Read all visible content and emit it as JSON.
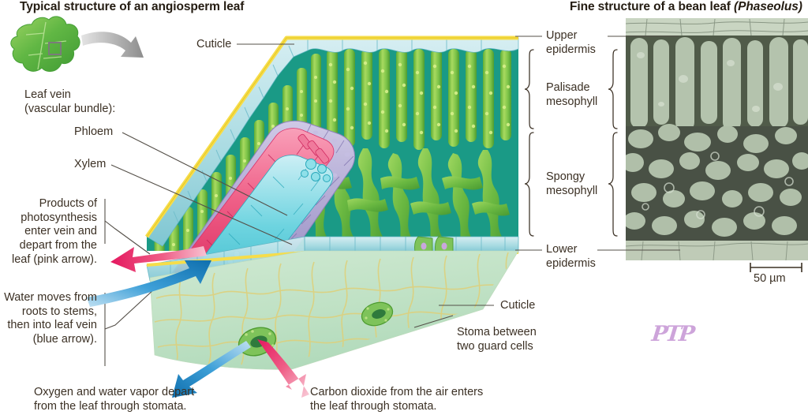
{
  "figure": {
    "kind": "biology-textbook-diagram",
    "left_panel_title": "Typical structure of an angiosperm leaf",
    "right_panel_title_plain": "Fine structure of a bean leaf ",
    "right_panel_title_italic": "(Phaseolus)"
  },
  "colors": {
    "cuticle": "#f6dd4a",
    "epidermis": "#a9dbe2",
    "palisade": "#8ccf4b",
    "mesophyll_bg": "#1a9a86",
    "phloem": "#ef5f87",
    "xylem": "#4ec9d8",
    "bundle_sheath": "#a79ecd",
    "lower_surface": "#c9e4c6",
    "pink_arrow": "#e8336b",
    "blue_arrow": "#1b86c8",
    "micrograph": "#9fb79a",
    "text": "#3b3024",
    "leader_line": "#555049",
    "watermark": "#b06ec4"
  },
  "left_panel": {
    "leaf_icon": {
      "name": "angiosperm-leaf-thumbnail",
      "callout_box": "magnified-region-box"
    },
    "labels": {
      "cuticle_top": "Cuticle",
      "leaf_vein_line1": "Leaf vein",
      "leaf_vein_line2": "(vascular bundle):",
      "phloem": "Phloem",
      "xylem": "Xylem",
      "products_note": "Products of\nphotosynthesis\nenter vein and\ndepart from the\nleaf (pink arrow).",
      "water_note": "Water moves from\nroots to stems,\nthen into leaf vein\n(blue arrow).",
      "cuticle_bottom": "Cuticle",
      "stoma_line1": "Stoma between",
      "stoma_line2": "two guard cells",
      "oxygen_note": "Oxygen and water vapor depart\nfrom the leaf through stomata.",
      "co2_note": "Carbon dioxide from the air enters\nthe leaf through stomata."
    }
  },
  "right_panel": {
    "labels": {
      "upper_epidermis": "Upper\nepidermis",
      "palisade_mesophyll": "Palisade\nmesophyll",
      "spongy_mesophyll": "Spongy\nmesophyll",
      "lower_epidermis": "Lower\nepidermis"
    },
    "scale_bar": {
      "label": "50 µm"
    }
  },
  "watermark": {
    "text": "PTP"
  }
}
